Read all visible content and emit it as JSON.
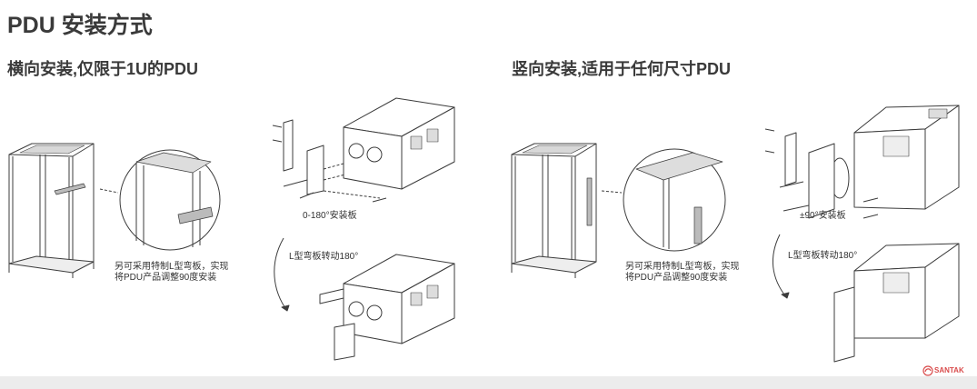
{
  "title": "PDU 安装方式",
  "left": {
    "heading": "横向安装,仅限于1U的PDU",
    "note_line1": "另可采用特制L型弯板，实现",
    "note_line2": "将PDU产品调整90度安装",
    "bracket_label": "0-180°安装板",
    "rotate_label": "L型弯板转动180°"
  },
  "right": {
    "heading": "竖向安装,适用于任何尺寸PDU",
    "note_line1": "另可采用特制L型弯板，实现",
    "note_line2": "将PDU产品调整90度安装",
    "bracket_label": "±90°安装板",
    "rotate_label": "L型弯板转动180°"
  },
  "logo": {
    "text": "SANTAK",
    "tagline": ""
  },
  "colors": {
    "line": "#3c3c3c",
    "fill": "#ffffff",
    "footer": "#ececec",
    "logo": "#d94b4b"
  }
}
